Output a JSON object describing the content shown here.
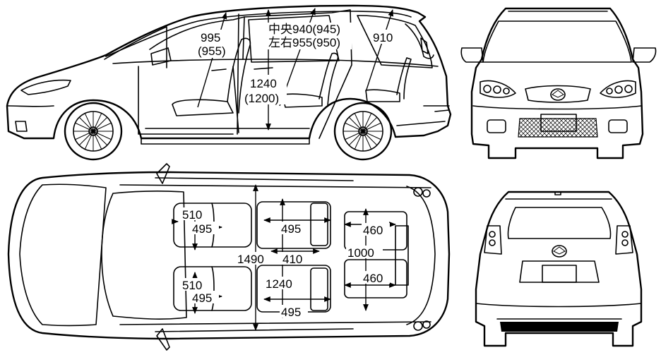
{
  "side_view": {
    "front_headroom": "995",
    "front_headroom_alt": "(955)",
    "middle_headroom_center": "中央940(945)",
    "middle_headroom_sides": "左右955(950)",
    "rear_headroom": "910",
    "interior_height": "1240",
    "interior_height_alt": "(1200)"
  },
  "top_view": {
    "front_left_width": "510",
    "front_left_seat": "495",
    "front_right_width": "510",
    "front_right_seat": "495",
    "middle_left_seat": "495",
    "middle_gap": "410",
    "middle_right_width": "1240",
    "middle_right_seat": "495",
    "cabin_width": "1490",
    "third_row_width": "1000",
    "third_left_seat": "460",
    "third_right_seat": "460"
  }
}
